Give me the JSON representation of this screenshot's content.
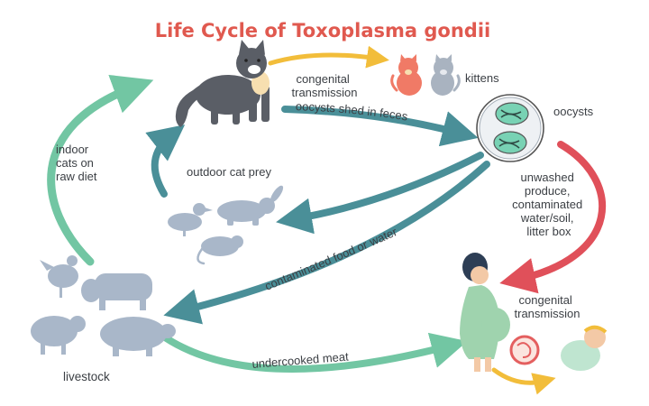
{
  "title": "Life Cycle of Toxoplasma gondii",
  "colors": {
    "title": "#e0594f",
    "teal_arrow": "#4a8f98",
    "green_arrow": "#72c6a3",
    "red_arrow": "#e0505a",
    "yellow_arrow": "#f2bd3a",
    "animal_silhouette": "#a9b7c9",
    "cat_body": "#5a5e66"
  },
  "labels": {
    "congenital_transmission_top": [
      "congenital",
      "transmission"
    ],
    "kittens": "kittens",
    "oocysts": "oocysts",
    "oocysts_shed": "oocysts shed in feces",
    "indoor_cats": [
      "indoor",
      "cats on",
      "raw diet"
    ],
    "outdoor_prey": "outdoor cat prey",
    "unwashed": [
      "unwashed",
      "produce,",
      "contaminated",
      "water/soil,",
      "litter box"
    ],
    "contaminated_food": "contaminated food or water",
    "congenital_transmission_bottom": [
      "congenital",
      "transmission"
    ],
    "livestock": "livestock",
    "undercooked_meat": "undercooked meat"
  },
  "icons": [
    "cat-icon",
    "kittens-icon",
    "oocyst-icon",
    "duck-icon",
    "rabbit-icon",
    "rat-icon",
    "chicken-icon",
    "cow-icon",
    "sheep-icon",
    "pig-icon",
    "pregnant-woman-icon",
    "fetus-icon",
    "baby-icon"
  ]
}
